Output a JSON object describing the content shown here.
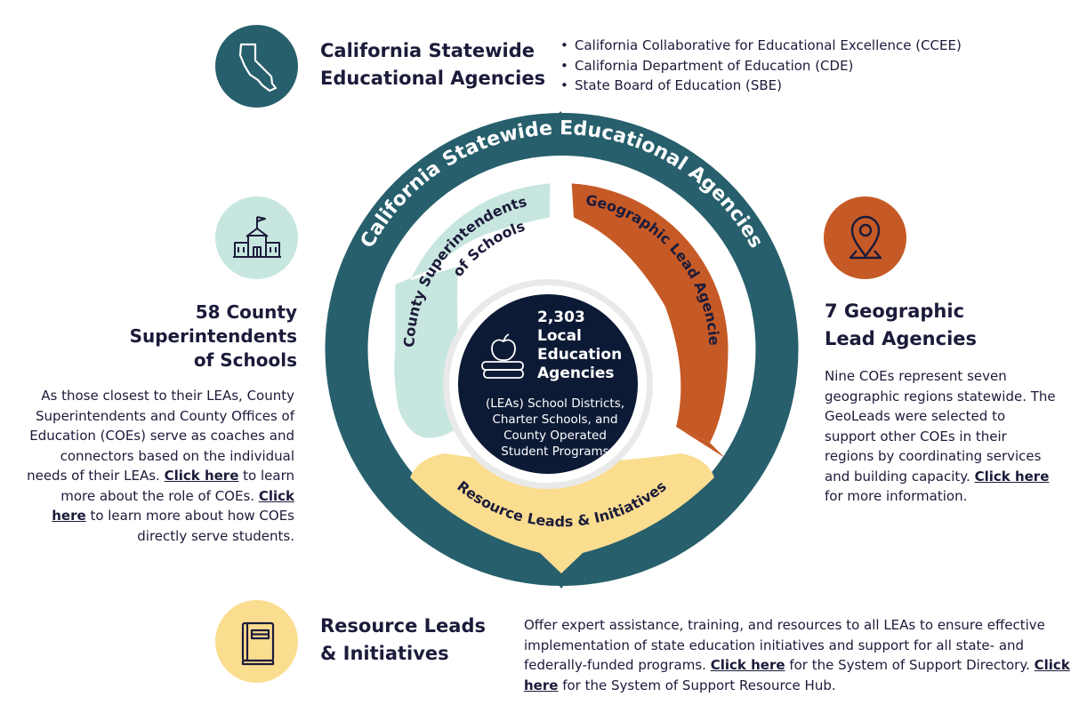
{
  "colors": {
    "teal": "#275f6c",
    "light_teal": "#c7e6df",
    "orange": "#c65a26",
    "yellow": "#fbdd90",
    "navy": "#1b1b3a",
    "center_navy": "#0d1a35"
  },
  "top": {
    "icon": "california-map-icon",
    "title_line1": "California Statewide",
    "title_line2": "Educational Agencies",
    "bullets": [
      "California Collaborative for Educational Excellence (CCEE)",
      "California Department of Education (CDE)",
      "State Board of Education (SBE)"
    ]
  },
  "left": {
    "icon": "school-building-icon",
    "title_line1": "58 County",
    "title_line2": "Superintendents",
    "title_line3": "of Schools",
    "para_1": "As those closest to their LEAs, County Superintendents and County Offices of Education (COEs) serve as coaches and connectors based on the individual needs of their LEAs.",
    "link_1": "Click here",
    "para_2": "to learn more about the role of COEs.",
    "link_2": "Click here",
    "para_3": "to learn more about how COEs directly serve students."
  },
  "right": {
    "icon": "location-pin-icon",
    "title_line1": "7 Geographic",
    "title_line2": "Lead Agencies",
    "para_1": "Nine COEs represent seven geographic regions statewide. The GeoLeads were selected to support other COEs in their regions by coordinating services and building capacity.",
    "link_1": "Click here",
    "para_2": "for more information."
  },
  "bottom": {
    "icon": "book-icon",
    "title_line1": "Resource Leads",
    "title_line2": "& Initiatives",
    "para_1": "Offer expert assistance, training, and resources to all LEAs to ensure effective implementation of state education initiatives and support for all state- and federally-funded programs.",
    "link_1": "Click here",
    "para_2": "for the System of Support Directory.",
    "link_2": "Click here",
    "para_3": "for the System of Support Resource Hub."
  },
  "diagram": {
    "outer_ring_label": "California Statewide Educational Agencies",
    "county_label_line1": "County Superintendents",
    "county_label_line2": "of Schools",
    "geo_label": "Geographic Lead Agencies",
    "resource_label": "Resource Leads & Initiatives",
    "center_line1": "2,303",
    "center_line2": "Local",
    "center_line3": "Education",
    "center_line4": "Agencies",
    "center_sub1": "(LEAs) School Districts,",
    "center_sub2": "Charter Schools, and",
    "center_sub3": "County Operated",
    "center_sub4": "Student Programs"
  }
}
